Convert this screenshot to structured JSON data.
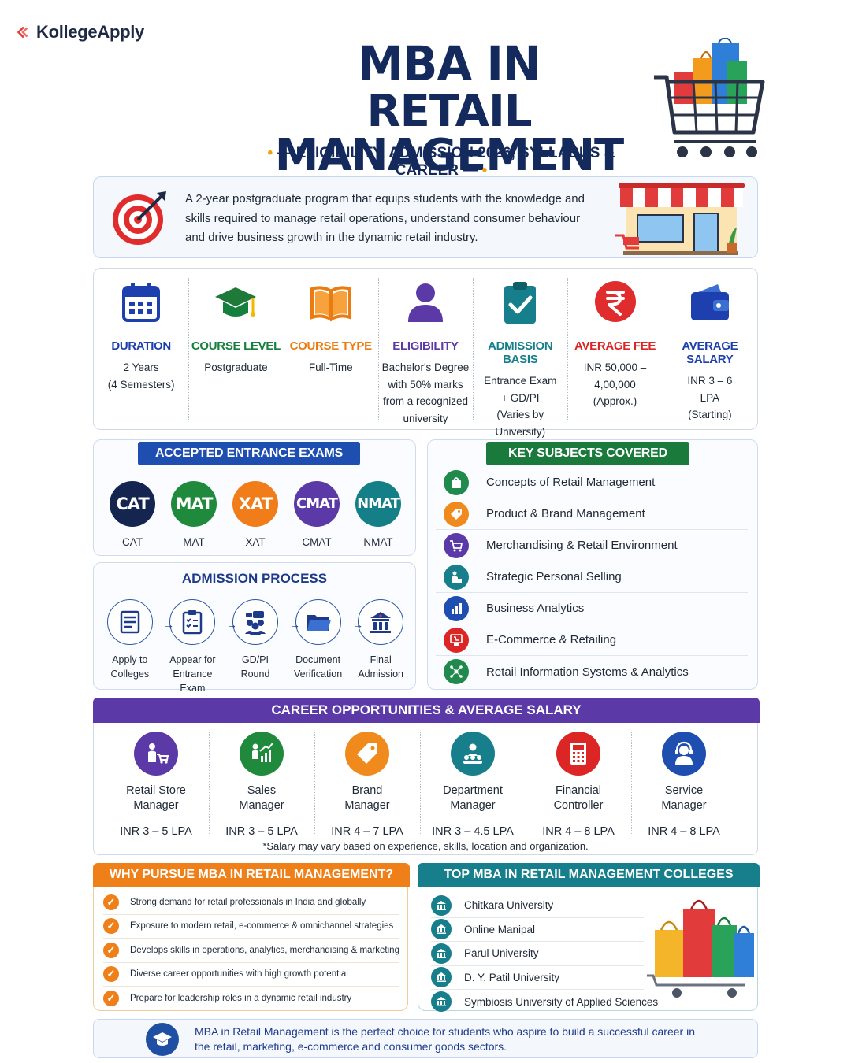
{
  "brand": {
    "name": "KollegeApply"
  },
  "title": {
    "line1": "MBA IN",
    "line2": "RETAIL MANAGEMENT",
    "subtitle": "ELIGIBILITY, ADMISSION 2026, SYLLABUS & CAREER"
  },
  "intro": {
    "text": "A 2-year postgraduate program that equips students with the knowledge and skills required to manage retail operations, understand consumer behaviour and drive business growth in the dynamic retail industry."
  },
  "facts": [
    {
      "label": "DURATION",
      "value": "2 Years\n(4 Semesters)",
      "color": "#1e40af",
      "icon": "calendar-icon"
    },
    {
      "label": "COURSE LEVEL",
      "value": "Postgraduate",
      "color": "#15803d",
      "icon": "graduation-cap-icon"
    },
    {
      "label": "COURSE TYPE",
      "value": "Full-Time",
      "color": "#ea7c12",
      "icon": "book-icon"
    },
    {
      "label": "ELIGIBILITY",
      "value": "Bachelor's Degree\nwith 50% marks\nfrom a recognized\nuniversity",
      "color": "#5b3aa8",
      "icon": "person-icon"
    },
    {
      "label": "ADMISSION BASIS",
      "value": "Entrance Exam\n+ GD/PI\n(Varies by\nUniversity)",
      "color": "#177f8c",
      "icon": "clipboard-check-icon"
    },
    {
      "label": "AVERAGE FEE",
      "value": "INR 50,000 –\n4,00,000\n(Approx.)",
      "color": "#dc2626",
      "icon": "rupee-icon"
    },
    {
      "label": "AVERAGE SALARY",
      "value": "INR 3 – 6\nLPA\n(Starting)",
      "color": "#1e40af",
      "icon": "wallet-icon"
    }
  ],
  "exams": {
    "title": "ACCEPTED ENTRANCE EXAMS",
    "items": [
      {
        "badge": "CAT",
        "name": "CAT",
        "color": "#14254f"
      },
      {
        "badge": "MAT",
        "name": "MAT",
        "color": "#1f8a3c"
      },
      {
        "badge": "XAT",
        "name": "XAT",
        "color": "#f07c1a"
      },
      {
        "badge": "CMAT",
        "name": "CMAT",
        "color": "#5b3aa8"
      },
      {
        "badge": "NMAT",
        "name": "NMAT",
        "color": "#147f86"
      }
    ]
  },
  "process": {
    "title": "ADMISSION PROCESS",
    "steps": [
      {
        "label": "Apply to\nColleges",
        "icon": "form-icon"
      },
      {
        "label": "Appear for\nEntrance Exam",
        "icon": "checklist-icon"
      },
      {
        "label": "GD/PI\nRound",
        "icon": "group-discussion-icon"
      },
      {
        "label": "Document\nVerification",
        "icon": "folder-icon"
      },
      {
        "label": "Final\nAdmission",
        "icon": "university-icon"
      }
    ]
  },
  "subjects": {
    "title": "KEY SUBJECTS COVERED",
    "items": [
      {
        "name": "Concepts of Retail Management",
        "icon": "shopping-bag-icon",
        "color": "#1f8a4c"
      },
      {
        "name": "Product & Brand Management",
        "icon": "tag-icon",
        "color": "#f08a1c"
      },
      {
        "name": "Merchandising & Retail Environment",
        "icon": "cart-icon",
        "color": "#5b3aa8"
      },
      {
        "name": "Strategic Personal Selling",
        "icon": "salesperson-icon",
        "color": "#177f8c"
      },
      {
        "name": "Business Analytics",
        "icon": "bar-chart-icon",
        "color": "#1e4fb0"
      },
      {
        "name": "E-Commerce & Retailing",
        "icon": "ecommerce-icon",
        "color": "#dc2626"
      },
      {
        "name": "Retail Information Systems & Analytics",
        "icon": "network-icon",
        "color": "#1f8a4c"
      }
    ]
  },
  "careers": {
    "title": "CAREER OPPORTUNITIES & AVERAGE SALARY",
    "note": "*Salary may vary based on experience, skills, location and organization.",
    "items": [
      {
        "title": "Retail Store\nManager",
        "salary": "INR 3 – 5 LPA",
        "icon": "store-manager-icon",
        "color": "#5b3aa8"
      },
      {
        "title": "Sales\nManager",
        "salary": "INR 3 – 5 LPA",
        "icon": "growth-chart-icon",
        "color": "#1f8a3c"
      },
      {
        "title": "Brand\nManager",
        "salary": "INR 4 – 7 LPA",
        "icon": "tag-icon",
        "color": "#f08a1c"
      },
      {
        "title": "Department\nManager",
        "salary": "INR 3 – 4.5 LPA",
        "icon": "team-icon",
        "color": "#177f8c"
      },
      {
        "title": "Financial\nController",
        "salary": "INR 4 – 8 LPA",
        "icon": "calculator-icon",
        "color": "#dc2626"
      },
      {
        "title": "Service\nManager",
        "salary": "INR 4 – 8 LPA",
        "icon": "headset-icon",
        "color": "#1e4fb0"
      }
    ]
  },
  "why": {
    "title": "WHY PURSUE MBA IN RETAIL MANAGEMENT?",
    "items": [
      "Strong demand for retail professionals in India and globally",
      "Exposure to modern retail, e-commerce & omnichannel strategies",
      "Develops skills in operations, analytics, merchandising & marketing",
      "Diverse career opportunities with high growth potential",
      "Prepare for leadership roles in a dynamic retail industry"
    ]
  },
  "colleges": {
    "title": "TOP MBA IN RETAIL MANAGEMENT COLLEGES",
    "items": [
      "Chitkara University",
      "Online Manipal",
      "Parul University",
      "D. Y. Patil University",
      "Symbiosis University of Applied Sciences"
    ]
  },
  "footer": {
    "text": "MBA in Retail Management is the perfect choice for students who aspire to build a successful career in the retail, marketing, e-commerce and consumer goods sectors."
  }
}
